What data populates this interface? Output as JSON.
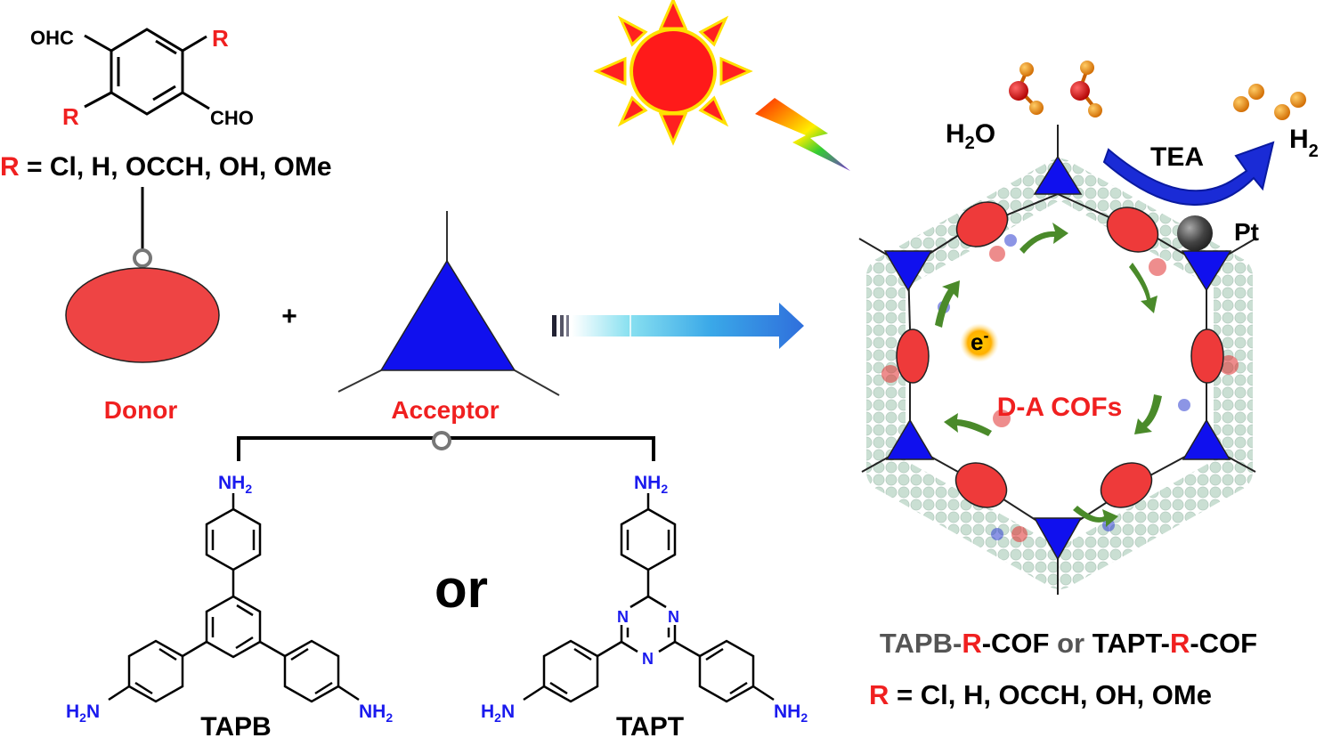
{
  "colors": {
    "red": "#f02020",
    "blue": "#1010ee",
    "donor": "#ee4444",
    "amine": "#1a1aee",
    "sun": "#ff1a1a",
    "sun_ray": "#ff2020",
    "sun_outline": "#ffe000",
    "pt": "#555555",
    "arrow_blue": "#1a2bd6",
    "electron": "#ffb000"
  },
  "aldehyde": {
    "cho_left": "OHC",
    "cho_right": "CHO",
    "r_top": "R",
    "r_bottom": "R"
  },
  "r_def_top": {
    "r": "R",
    "text": " = Cl, H, OCCH, OH, OMe"
  },
  "donor_label": "Donor",
  "plus": "+",
  "acceptor_label": "Acceptor",
  "tapb": {
    "nh2_top": "NH",
    "nh2_left": "H",
    "nh2_left_n": "N",
    "nh2_right": "NH",
    "sub": "2",
    "name": "TAPB"
  },
  "or_text": "or",
  "tapt": {
    "nh2_top": "NH",
    "nh2_left": "H",
    "nh2_left_n": "N",
    "nh2_right": "NH",
    "sub": "2",
    "n": "N",
    "name": "TAPT"
  },
  "cof": {
    "h2o": "H",
    "h2o_sub": "2",
    "h2o_o": "O",
    "tea": "TEA",
    "h2": "H",
    "h2_sub": "2",
    "pt": "Pt",
    "e": "e",
    "e_sup": "-",
    "da": "D-A COFs"
  },
  "bottom_name": {
    "a": "TAPB-",
    "r1": "R",
    "b": "-COF ",
    "or": "or",
    "c": " TAPT-",
    "r2": "R",
    "d": "-COF"
  },
  "r_def_bottom": {
    "r": "R",
    "text": " = Cl, H, OCCH, OH, OMe"
  }
}
